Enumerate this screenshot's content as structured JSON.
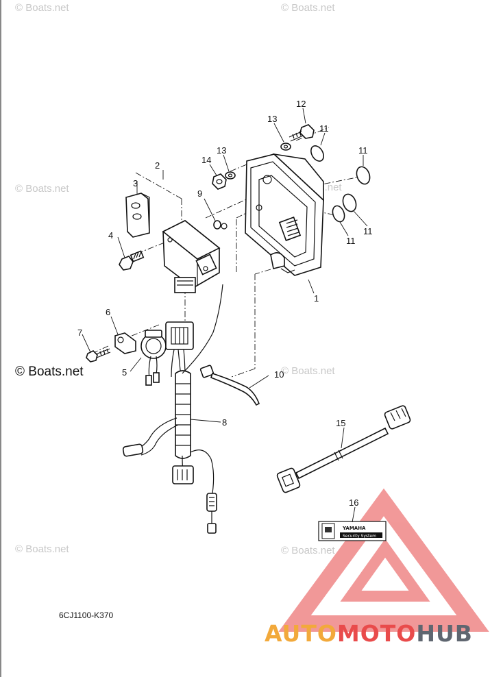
{
  "watermarks": {
    "top_left": "© Boats.net",
    "top_right": "© Boats.net",
    "mid_left": "© Boats.net",
    "mid_right": "© Boats.net",
    "left_large": "© Boats.net",
    "center": "© Boats.net",
    "bottom_left": "© Boats.net",
    "bottom_right": "© Boats.net"
  },
  "callouts": {
    "c1": "1",
    "c2": "2",
    "c3": "3",
    "c4": "4",
    "c5": "5",
    "c6": "6",
    "c7": "7",
    "c8": "8",
    "c9": "9",
    "c10": "10",
    "c11a": "11",
    "c11b": "11",
    "c11c": "11",
    "c11d": "11",
    "c12": "12",
    "c13a": "13",
    "c13b": "13",
    "c14": "14",
    "c15": "15",
    "c16": "16"
  },
  "label_decal": {
    "brand": "YAMAHA",
    "caption": "Security System"
  },
  "diagram_code": "6CJ1100-K370",
  "logo": {
    "part1": "AUTO",
    "part2": "MOTO",
    "part3": "HUB",
    "color_orange": "#f2a93b",
    "color_red": "#e94b4b",
    "color_gray": "#5f6670"
  }
}
